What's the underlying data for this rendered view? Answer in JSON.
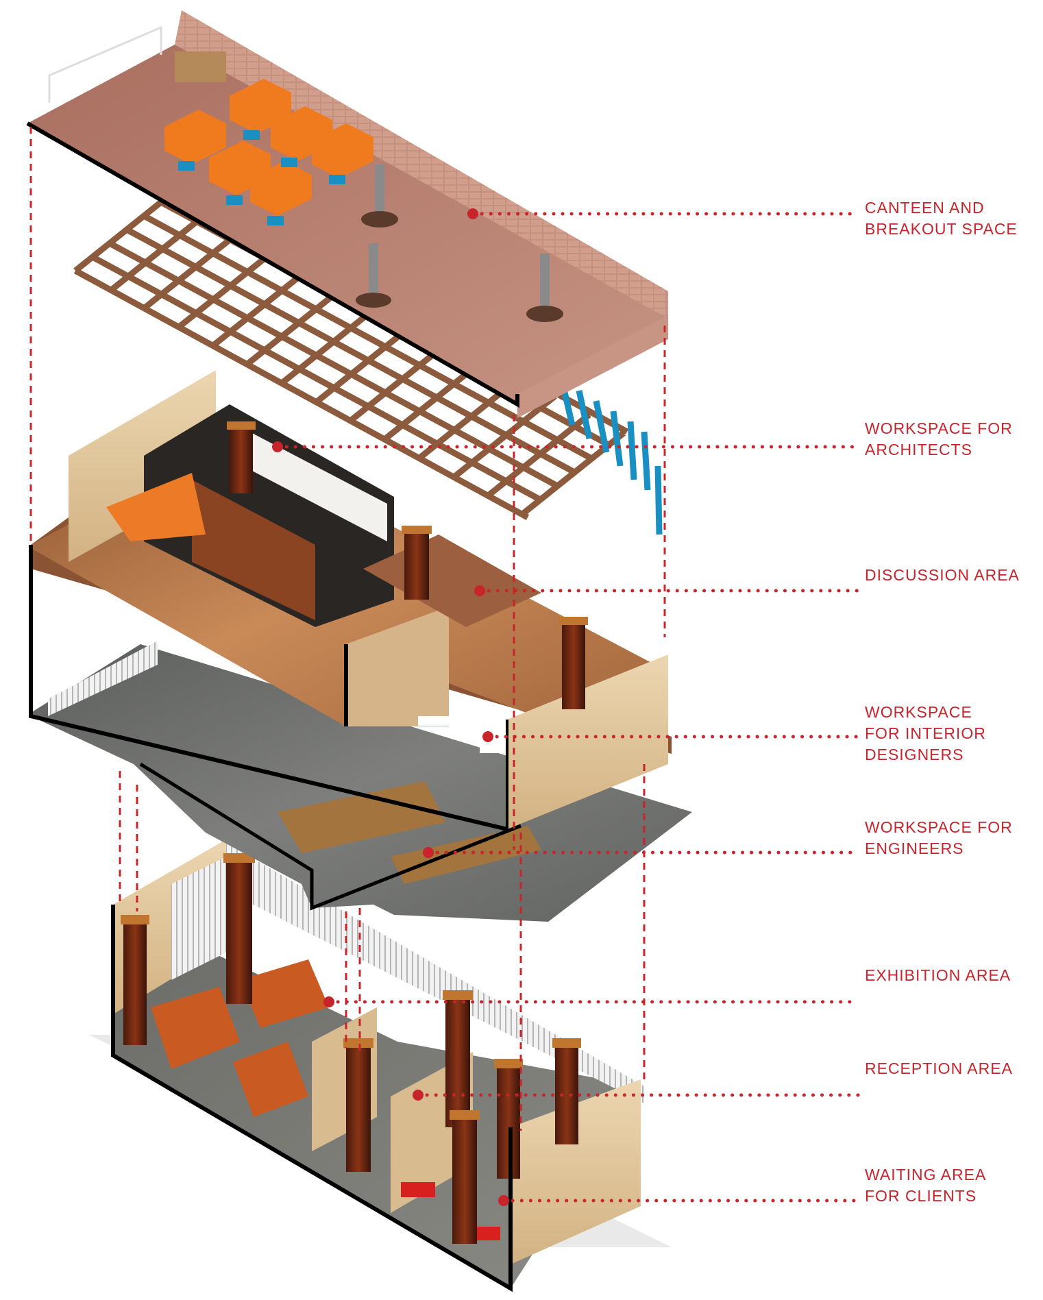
{
  "colors": {
    "accent": "#c8242b",
    "floor_canteen": "#b98272",
    "floor_wood": "#b07448",
    "floor_concrete": "#6f7070",
    "wall_beige": "#e3c9a0",
    "pod_orange": "#f07a1e",
    "seat_blue": "#1a8fc2"
  },
  "labels": [
    {
      "id": "canteen",
      "lines": [
        "CANTEEN AND",
        "BREAKOUT SPACE"
      ]
    },
    {
      "id": "architects",
      "lines": [
        "WORKSPACE FOR",
        "ARCHITECTS"
      ]
    },
    {
      "id": "discussion",
      "lines": [
        "DISCUSSION AREA"
      ]
    },
    {
      "id": "interior",
      "lines": [
        "WORKSPACE",
        "FOR INTERIOR",
        "DESIGNERS"
      ]
    },
    {
      "id": "engineers",
      "lines": [
        "WORKSPACE FOR",
        "ENGINEERS"
      ]
    },
    {
      "id": "exhibition",
      "lines": [
        "EXHIBITION AREA"
      ]
    },
    {
      "id": "reception",
      "lines": [
        "RECEPTION AREA"
      ]
    },
    {
      "id": "waiting",
      "lines": [
        "WAITING AREA",
        "FOR CLIENTS"
      ]
    }
  ]
}
